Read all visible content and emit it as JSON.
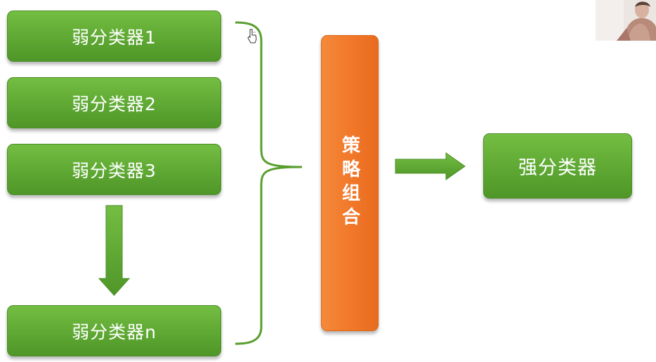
{
  "weak_classifiers": [
    {
      "label": "弱分类器1"
    },
    {
      "label": "弱分类器2"
    },
    {
      "label": "弱分类器3"
    },
    {
      "label": "弱分类器n"
    }
  ],
  "strategy": {
    "label": "策略组合"
  },
  "strong_classifier": {
    "label": "强分类器"
  },
  "colors": {
    "green": "#5ea833",
    "orange": "#f2782a",
    "bracket": "#5a9e2f"
  },
  "icons": {
    "cursor": "hand-pointer-icon",
    "webcam": "webcam-thumbnail"
  }
}
